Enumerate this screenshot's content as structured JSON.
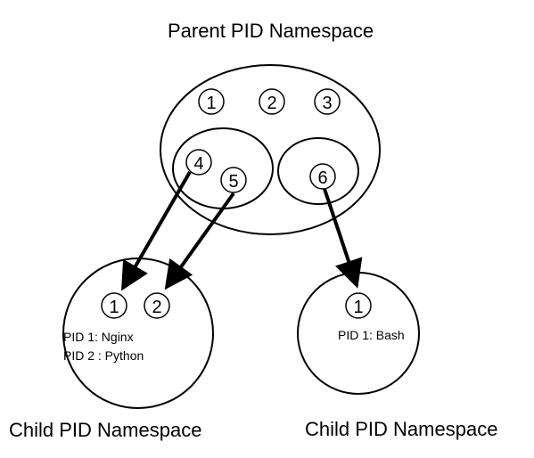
{
  "titles": {
    "parent": "Parent PID Namespace",
    "child_left": "Child PID Namespace",
    "child_right": "Child PID Namespace"
  },
  "parent_pids": [
    "1",
    "2",
    "3"
  ],
  "group_a_pids": [
    "4",
    "5"
  ],
  "group_b_pids": [
    "6"
  ],
  "child_left": {
    "pids": [
      "1",
      "2"
    ],
    "labels": [
      "PID 1: Nginx",
      "PID 2 : Python"
    ]
  },
  "child_right": {
    "pids": [
      "1"
    ],
    "labels": [
      "PID 1: Bash"
    ]
  },
  "colors": {
    "stroke": "#000000",
    "background": "#ffffff"
  }
}
